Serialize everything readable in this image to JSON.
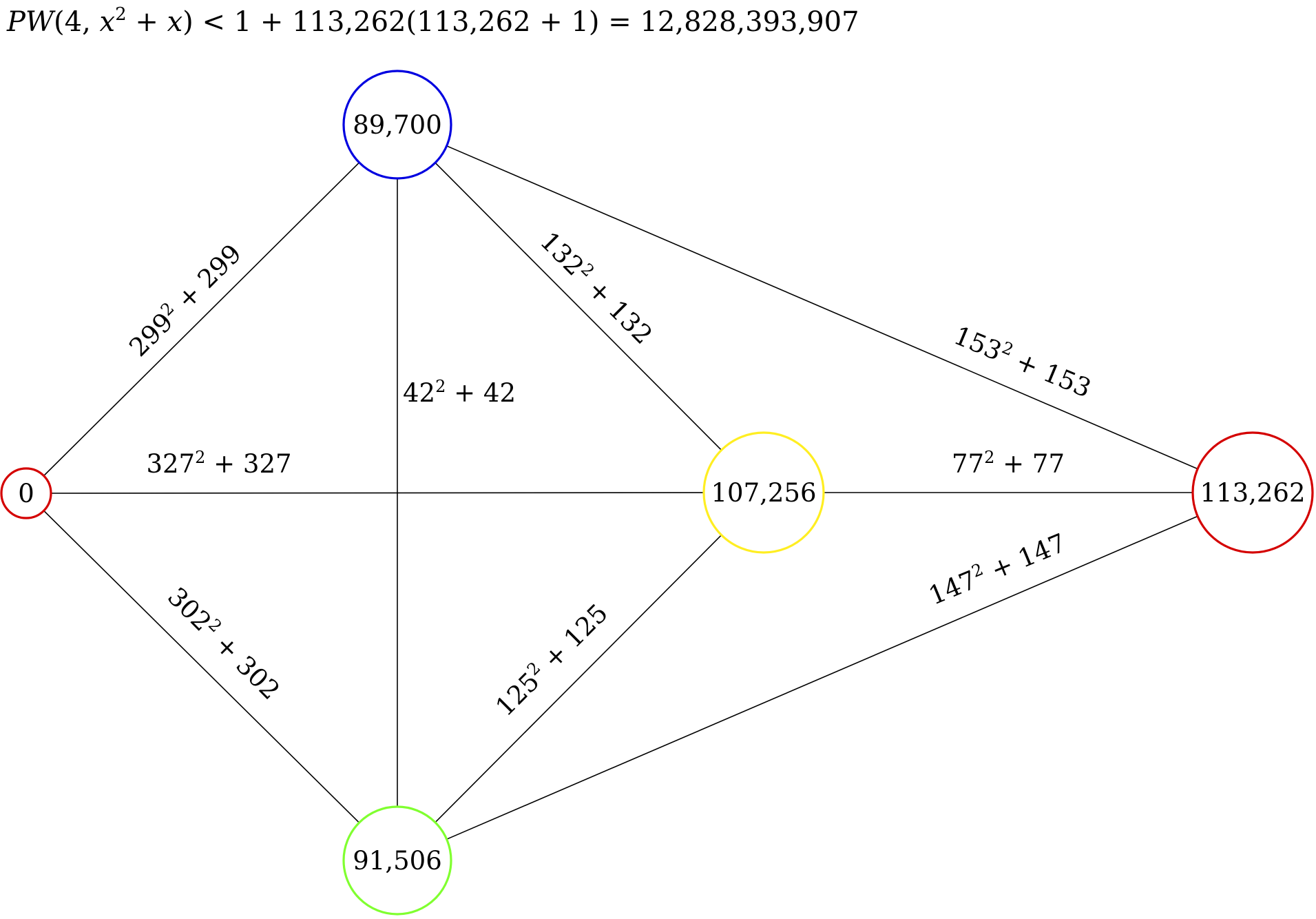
{
  "title": {
    "prefix_italic": "PW",
    "args_open": "(4, ",
    "var1": "x",
    "exp": "2",
    "plus": " + ",
    "var2": "x",
    "rest": ") < 1 + 113,262(113,262 + 1) = 12,828,393,907"
  },
  "colors": {
    "red": "#d40000",
    "blue": "#0000e0",
    "green": "#80ff30",
    "yellow": "#ffee22",
    "edge": "#000000"
  },
  "nodes": [
    {
      "id": "n0",
      "label": "0",
      "color": "red"
    },
    {
      "id": "n89700",
      "label": "89,700",
      "color": "blue"
    },
    {
      "id": "n91506",
      "label": "91,506",
      "color": "green"
    },
    {
      "id": "n107256",
      "label": "107,256",
      "color": "yellow"
    },
    {
      "id": "n113262",
      "label": "113,262",
      "color": "red"
    }
  ],
  "edges": [
    {
      "id": "e1",
      "from": "n0",
      "to": "n89700",
      "base": "299",
      "exp": "2",
      "tail": " + 299"
    },
    {
      "id": "e2",
      "from": "n0",
      "to": "n107256",
      "base": "327",
      "exp": "2",
      "tail": " + 327"
    },
    {
      "id": "e3",
      "from": "n0",
      "to": "n91506",
      "base": "302",
      "exp": "2",
      "tail": " + 302"
    },
    {
      "id": "e4",
      "from": "n89700",
      "to": "n91506",
      "base": "42",
      "exp": "2",
      "tail": " + 42"
    },
    {
      "id": "e5",
      "from": "n89700",
      "to": "n107256",
      "base": "132",
      "exp": "2",
      "tail": " + 132"
    },
    {
      "id": "e6",
      "from": "n89700",
      "to": "n113262",
      "base": "153",
      "exp": "2",
      "tail": " + 153"
    },
    {
      "id": "e7",
      "from": "n107256",
      "to": "n113262",
      "base": "77",
      "exp": "2",
      "tail": " + 77"
    },
    {
      "id": "e8",
      "from": "n91506",
      "to": "n107256",
      "base": "125",
      "exp": "2",
      "tail": " + 125"
    },
    {
      "id": "e9",
      "from": "n91506",
      "to": "n113262",
      "base": "147",
      "exp": "2",
      "tail": " + 147"
    }
  ]
}
